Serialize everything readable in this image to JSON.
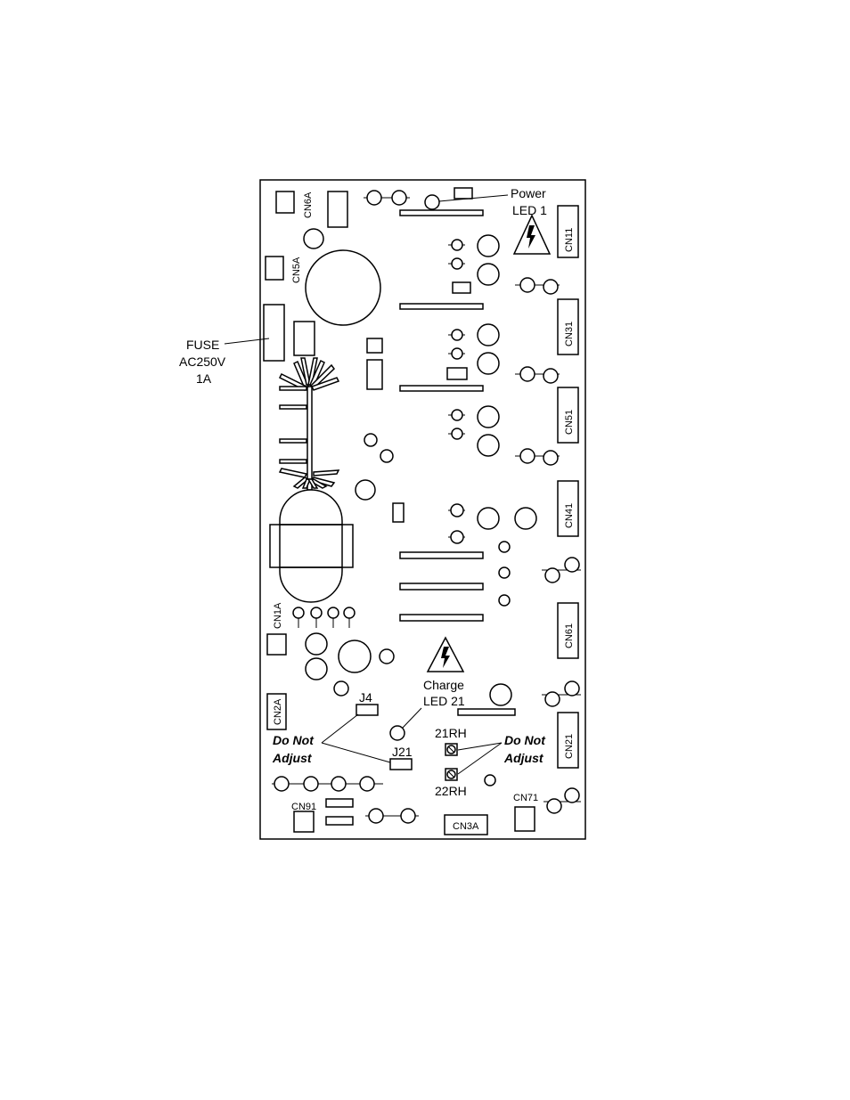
{
  "labels": {
    "fuse": "FUSE",
    "fuse_rating": "AC250V",
    "fuse_current": "1A",
    "power": "Power",
    "led1": "LED 1",
    "charge": "Charge",
    "led21": "LED 21",
    "do_not": "Do Not",
    "adjust": "Adjust",
    "j4": "J4",
    "j21": "J21",
    "rh21": "21RH",
    "rh22": "22RH"
  },
  "connectors": {
    "cn6a": "CN6A",
    "cn5a": "CN5A",
    "cn1a": "CN1A",
    "cn2a": "CN2A",
    "cn91": "CN91",
    "cn3a": "CN3A",
    "cn71": "CN71",
    "cn11": "CN11",
    "cn31": "CN31",
    "cn51": "CN51",
    "cn41": "CN41",
    "cn61": "CN61",
    "cn21": "CN21"
  },
  "colors": {
    "ink": "#000000",
    "paper": "#ffffff"
  }
}
